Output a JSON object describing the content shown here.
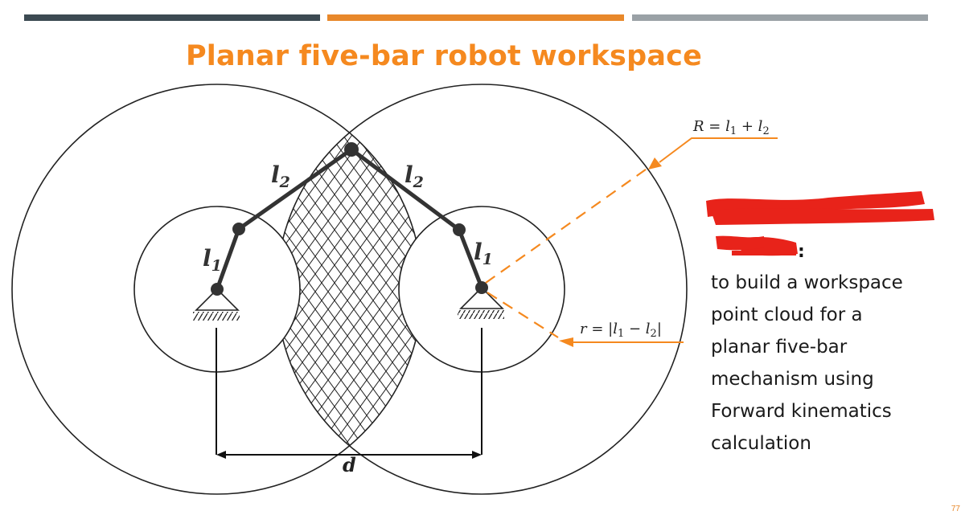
{
  "slide": {
    "title": "Planar five-bar robot workspace",
    "page_number": "77"
  },
  "diagram": {
    "labels": {
      "link1_left": "l1",
      "link2_left": "l2",
      "link2_right": "l2",
      "link1_right": "l1",
      "distance": "d",
      "outer_radius_formula": "R = l1 + l2",
      "inner_radius_formula": "r = |l1 − l2|"
    },
    "colors": {
      "accent": "#f5891f",
      "line": "#222222",
      "redaction": "#e8231a"
    }
  },
  "description": {
    "lines": [
      "to build a workspace",
      "point cloud for a",
      "planar five-bar",
      "mechanism using",
      "Forward kinematics",
      "calculation"
    ]
  }
}
